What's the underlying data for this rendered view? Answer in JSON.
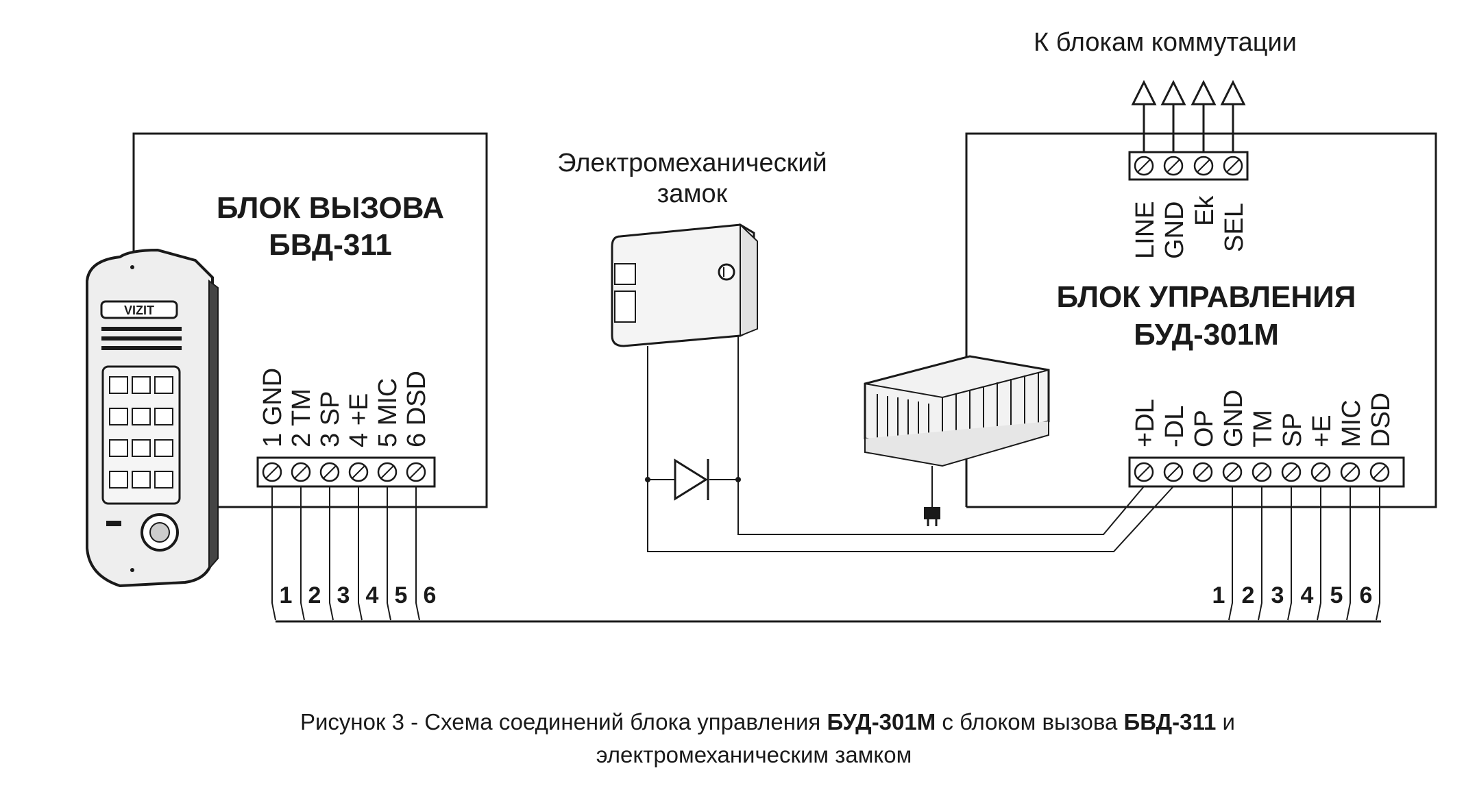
{
  "header_label": "К блокам коммутации",
  "lock": {
    "title_line1": "Электромеханический",
    "title_line2": "замок"
  },
  "call_unit": {
    "title_line1": "БЛОК ВЫЗОВА",
    "title_line2": "БВД-311",
    "pins": [
      "1 GND",
      "2 TM",
      "3 SP",
      "4 +E",
      "5 MIC",
      "6 DSD"
    ],
    "wire_numbers": [
      "1",
      "2",
      "3",
      "4",
      "5",
      "6"
    ]
  },
  "control_unit": {
    "title_line1": "БЛОК УПРАВЛЕНИЯ",
    "title_line2": "БУД-301М",
    "top_pins": [
      "LINE",
      "GND",
      "Ek",
      "SEL"
    ],
    "bottom_pins": [
      "+DL",
      "-DL",
      "OP",
      "GND",
      "TM",
      "SP",
      "+E",
      "MIC",
      "DSD"
    ],
    "wire_numbers": [
      "1",
      "2",
      "3",
      "4",
      "5",
      "6"
    ]
  },
  "caption": {
    "line1_a": "Рисунок 3 - Схема соединений блока управления ",
    "line1_b": "БУД-301М",
    "line1_c": " с блоком вызова ",
    "line1_d": "БВД-311",
    "line1_e": " и",
    "line2": "электромеханическим замком"
  }
}
